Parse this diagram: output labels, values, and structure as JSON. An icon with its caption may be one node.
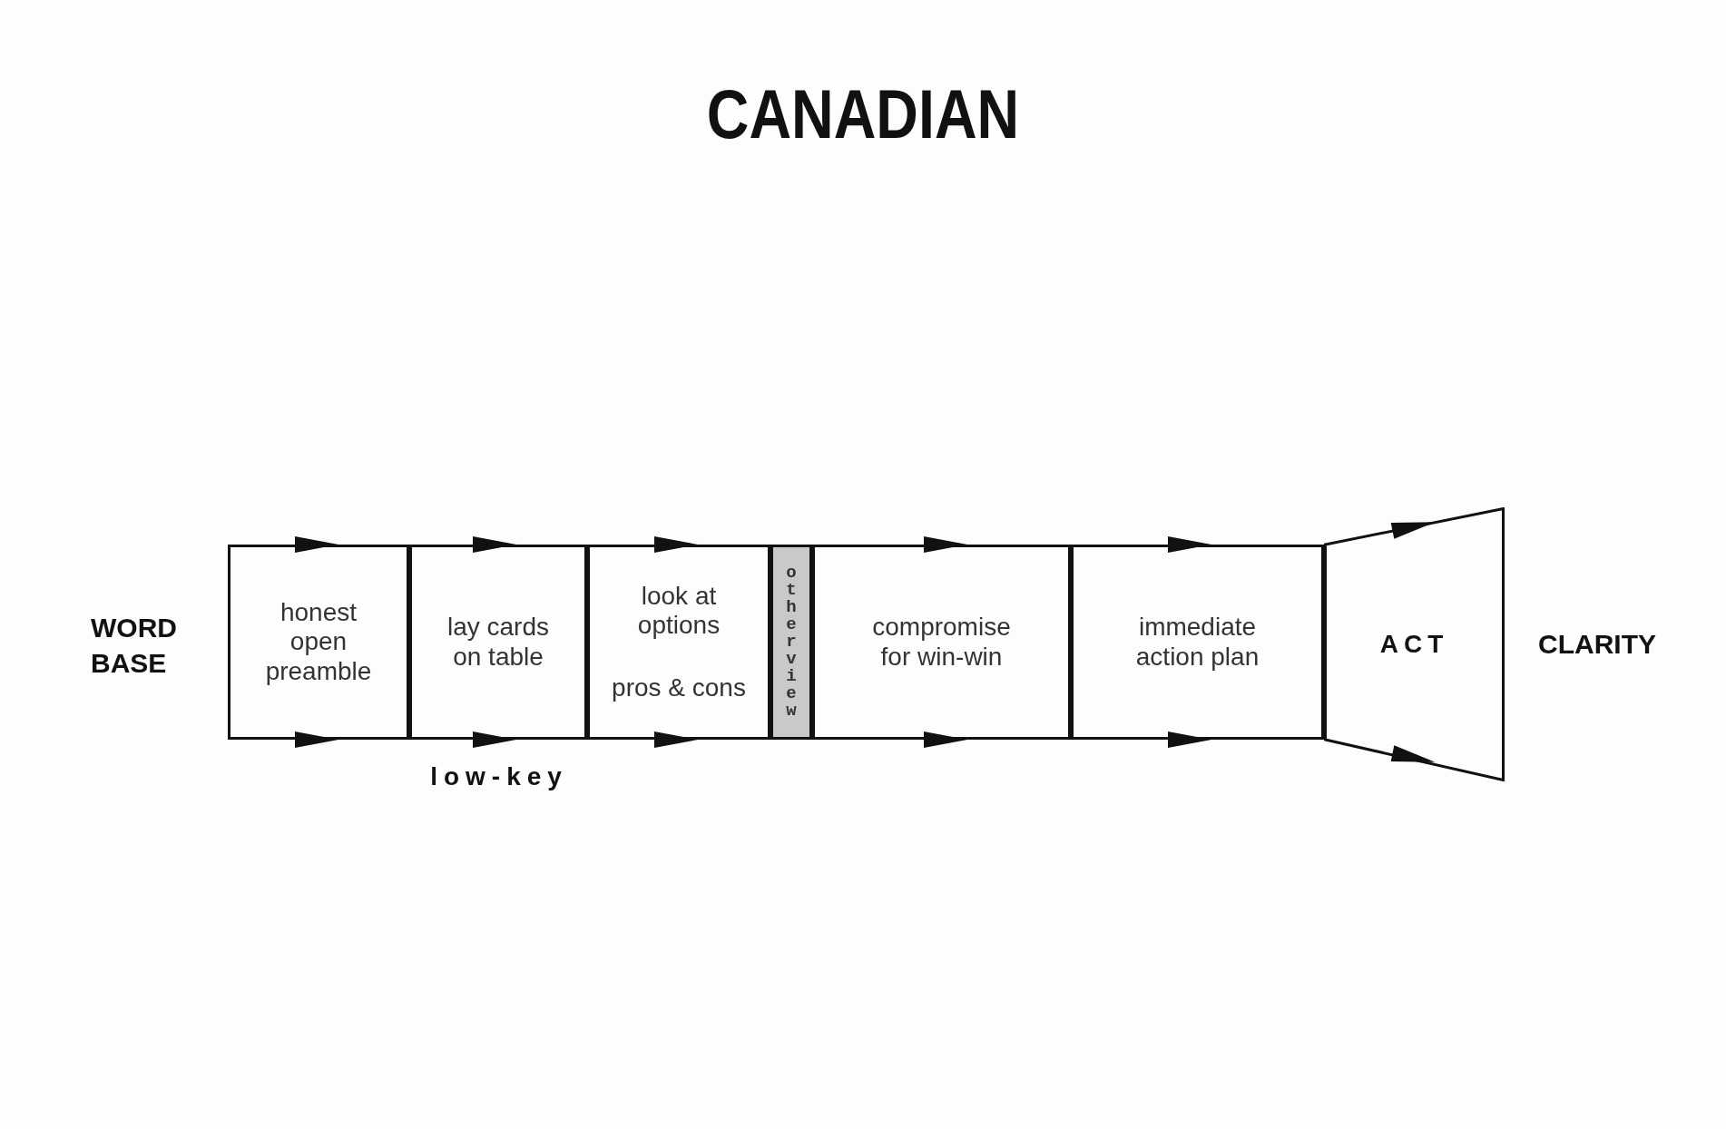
{
  "diagram": {
    "title": "CANADIAN",
    "nodes": [
      {
        "text": [
          "honest open preamble"
        ]
      },
      {
        "text": [
          "lay cards on table"
        ]
      },
      {
        "text": [
          "look at options",
          "pros & cons"
        ]
      },
      {
        "text": [
          "other view"
        ]
      },
      {
        "text": [
          "compromise for win-win"
        ]
      },
      {
        "text": [
          "immediate action plan"
        ]
      },
      {
        "text": [
          "ACT"
        ]
      }
    ],
    "edges": [],
    "labels": [
      "WORD BASE",
      "low-key",
      "CLARITY"
    ]
  }
}
